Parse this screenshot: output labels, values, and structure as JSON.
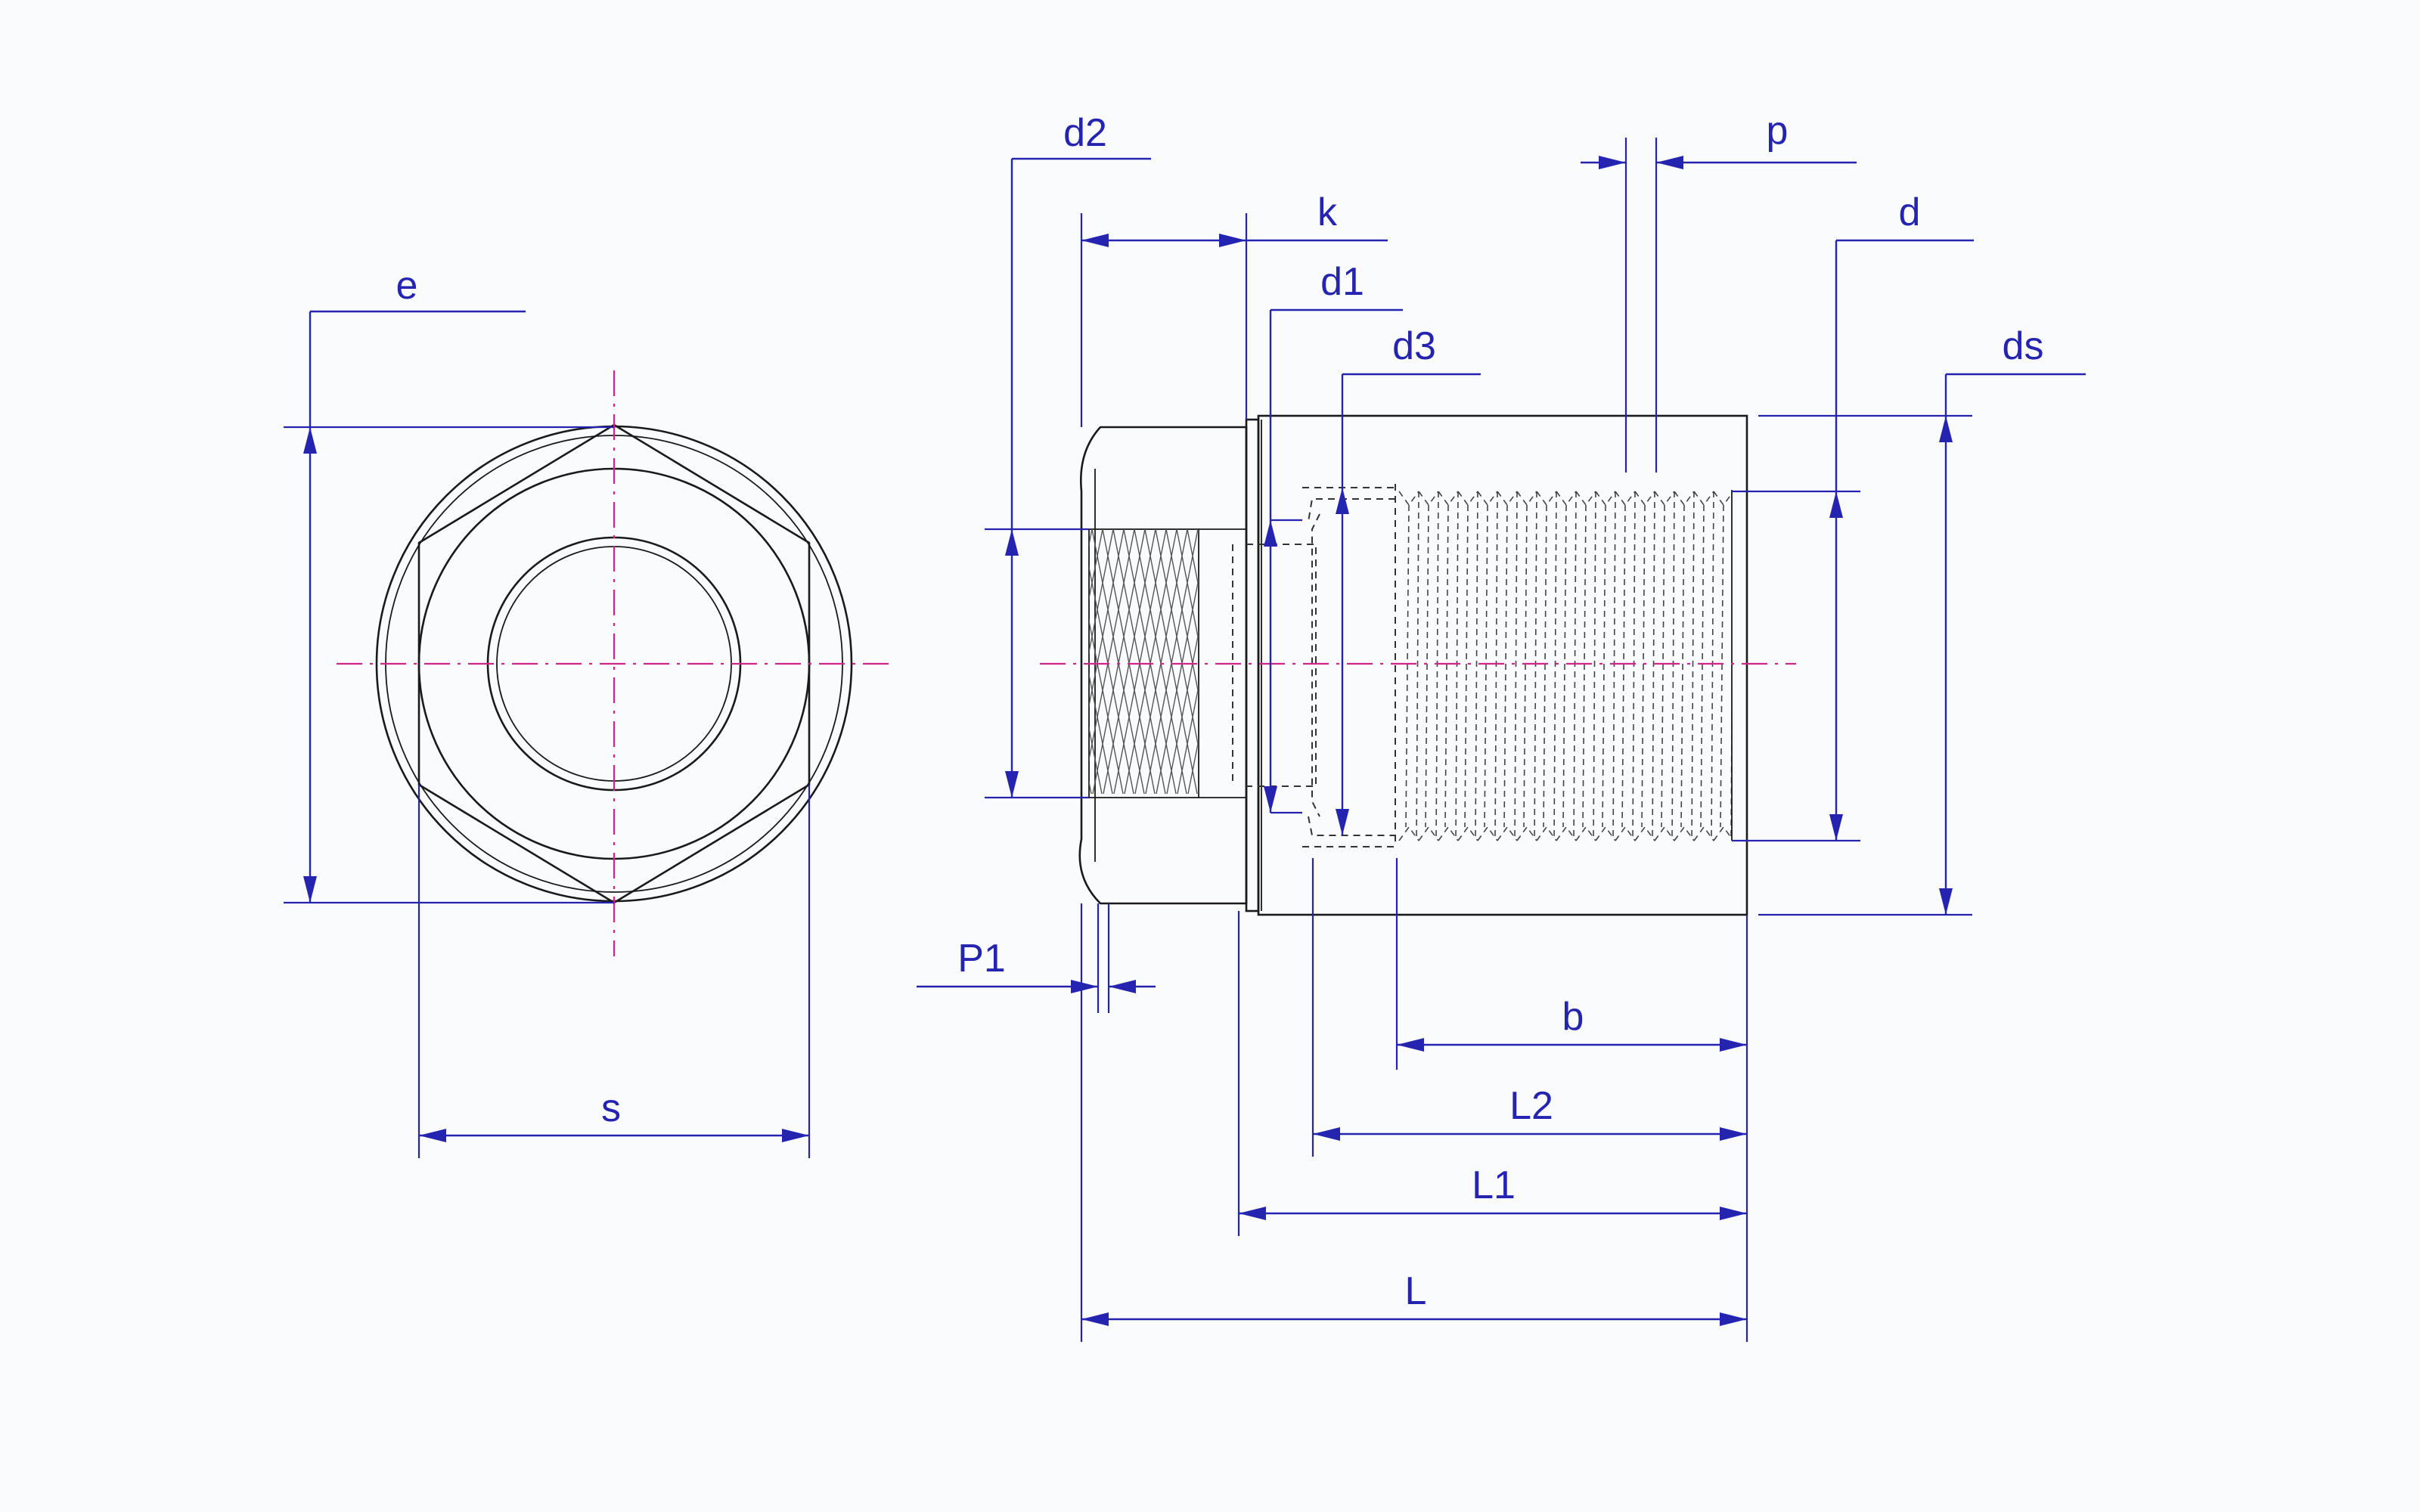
{
  "labels": {
    "e": "e",
    "s": "s",
    "d2": "d2",
    "k": "k",
    "d1": "d1",
    "d3": "d3",
    "p": "p",
    "d": "d",
    "ds": "ds",
    "P1": "P1",
    "b": "b",
    "L2": "L2",
    "L1": "L1",
    "L": "L"
  },
  "colors": {
    "dimension": "#2424b0",
    "centerline": "#d0268a",
    "outline": "#1a1a1a"
  }
}
